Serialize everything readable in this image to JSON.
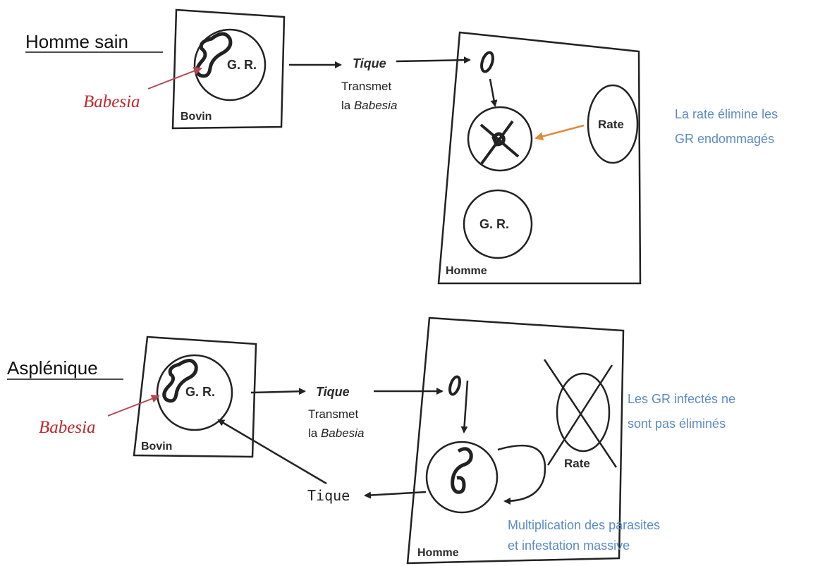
{
  "top": {
    "title": "Homme sain",
    "babesia": "Babesia",
    "bovin": "Bovin",
    "gr": "G. R.",
    "tique": "Tique",
    "transmet": "Transmet",
    "la": "la ",
    "babesia_italic": "Babesia",
    "rate": "Rate",
    "gr2": "G. R.",
    "homme": "Homme",
    "note_line1": "La rate élimine les",
    "note_line2": "GR endommagés"
  },
  "bottom": {
    "title": "Asplénique",
    "babesia": "Babesia",
    "bovin": "Bovin",
    "gr": "G. R.",
    "tique": "Tique",
    "transmet": "Transmet",
    "la": "la ",
    "babesia_italic": "Babesia",
    "rate": "Rate",
    "homme": "Homme",
    "tique_return": "Tique",
    "note_line1": "Les GR infectés ne",
    "note_line2": "sont pas éliminés",
    "note2_line1": "Multiplication des parasites",
    "note2_line2": "et infestation  massive"
  },
  "colors": {
    "babesia_red": "#c0282d",
    "note_blue": "#5b8bc3",
    "spleen_arrow_orange": "#e08a3c",
    "babesia_arrow": "#b5474f"
  }
}
